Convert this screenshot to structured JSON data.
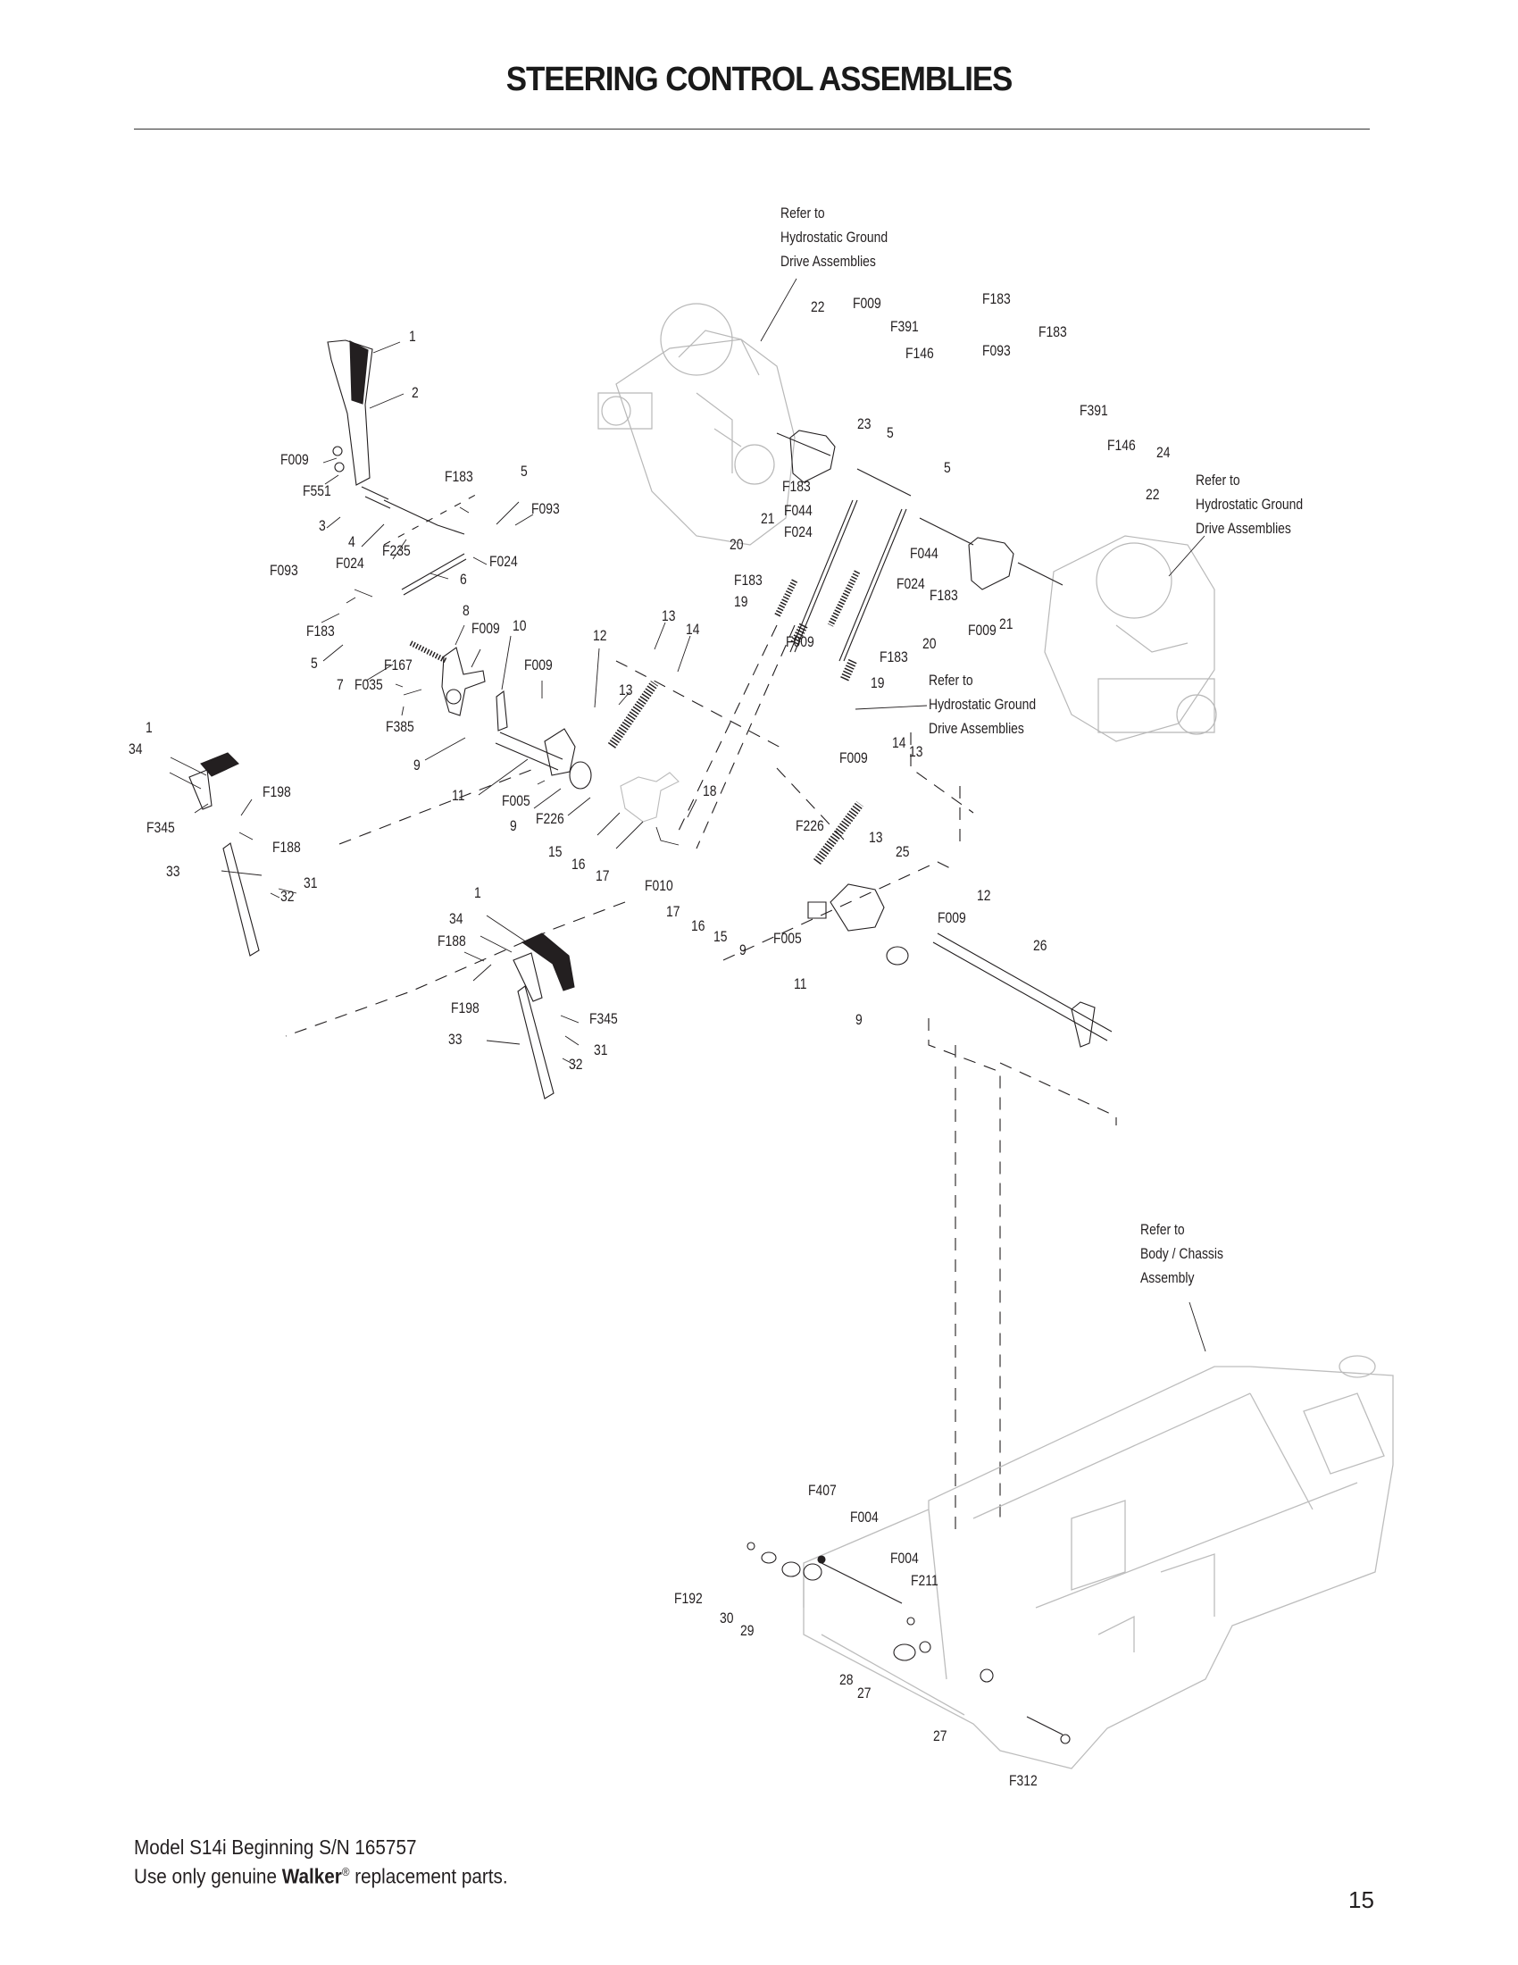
{
  "page": {
    "title": "STEERING CONTROL ASSEMBLIES",
    "page_number": "15"
  },
  "footer": {
    "model_line": "Model S14i Beginning S/N 165757",
    "parts_prefix": "Use only genuine ",
    "brand": "Walker",
    "registered_mark": "®",
    "parts_suffix": " replacement parts."
  },
  "references": {
    "hydro_top": [
      "Refer to",
      "Hydrostatic Ground",
      "Drive Assemblies"
    ],
    "hydro_right": [
      "Refer to",
      "Hydrostatic Ground",
      "Drive Assemblies"
    ],
    "hydro_middle": [
      "Refer to",
      "Hydrostatic Ground",
      "Drive Assemblies"
    ],
    "chassis": [
      "Refer to",
      "Body / Chassis",
      "Assembly"
    ]
  },
  "callouts": [
    {
      "id": "c1",
      "text": "1"
    },
    {
      "id": "c2",
      "text": "2"
    },
    {
      "id": "c3",
      "text": "F009"
    },
    {
      "id": "c4",
      "text": "F551"
    },
    {
      "id": "c5",
      "text": "3"
    },
    {
      "id": "c6",
      "text": "4"
    },
    {
      "id": "c7",
      "text": "F235"
    },
    {
      "id": "c8",
      "text": "F183"
    },
    {
      "id": "c9",
      "text": "5"
    },
    {
      "id": "c10",
      "text": "F093"
    },
    {
      "id": "c11",
      "text": "F024"
    },
    {
      "id": "c12",
      "text": "6"
    },
    {
      "id": "c13",
      "text": "F093"
    },
    {
      "id": "c14",
      "text": "F024"
    },
    {
      "id": "c15",
      "text": "F183"
    },
    {
      "id": "c16",
      "text": "5"
    },
    {
      "id": "c17",
      "text": "8"
    },
    {
      "id": "c18",
      "text": "F009"
    },
    {
      "id": "c19",
      "text": "10"
    },
    {
      "id": "c20",
      "text": "7"
    },
    {
      "id": "c21",
      "text": "F035"
    },
    {
      "id": "c22",
      "text": "F167"
    },
    {
      "id": "c23",
      "text": "F385"
    },
    {
      "id": "c24",
      "text": "F009"
    },
    {
      "id": "c25",
      "text": "12"
    },
    {
      "id": "c26",
      "text": "13"
    },
    {
      "id": "c27",
      "text": "14"
    },
    {
      "id": "c28",
      "text": "13"
    },
    {
      "id": "c29",
      "text": "9"
    },
    {
      "id": "c30",
      "text": "11"
    },
    {
      "id": "c31",
      "text": "F005"
    },
    {
      "id": "c32",
      "text": "9"
    },
    {
      "id": "c33",
      "text": "F226"
    },
    {
      "id": "c34",
      "text": "15"
    },
    {
      "id": "c35",
      "text": "16"
    },
    {
      "id": "c36",
      "text": "17"
    },
    {
      "id": "c37",
      "text": "18"
    },
    {
      "id": "c38",
      "text": "F010"
    },
    {
      "id": "c39",
      "text": "1"
    },
    {
      "id": "c40",
      "text": "34"
    },
    {
      "id": "c41",
      "text": "F345"
    },
    {
      "id": "c42",
      "text": "F198"
    },
    {
      "id": "c43",
      "text": "F188"
    },
    {
      "id": "c44",
      "text": "33"
    },
    {
      "id": "c45",
      "text": "31"
    },
    {
      "id": "c46",
      "text": "32"
    },
    {
      "id": "c47",
      "text": "1"
    },
    {
      "id": "c48",
      "text": "34"
    },
    {
      "id": "c49",
      "text": "F188"
    },
    {
      "id": "c50",
      "text": "F198"
    },
    {
      "id": "c51",
      "text": "F345"
    },
    {
      "id": "c52",
      "text": "33"
    },
    {
      "id": "c53",
      "text": "31"
    },
    {
      "id": "c54",
      "text": "32"
    },
    {
      "id": "c55",
      "text": "22"
    },
    {
      "id": "c56",
      "text": "F009"
    },
    {
      "id": "c57",
      "text": "F391"
    },
    {
      "id": "c58",
      "text": "F146"
    },
    {
      "id": "c59",
      "text": "F183"
    },
    {
      "id": "c60",
      "text": "F093"
    },
    {
      "id": "c61",
      "text": "F183"
    },
    {
      "id": "c62",
      "text": "23"
    },
    {
      "id": "c63",
      "text": "5"
    },
    {
      "id": "c64",
      "text": "5"
    },
    {
      "id": "c65",
      "text": "F183"
    },
    {
      "id": "c66",
      "text": "21"
    },
    {
      "id": "c67",
      "text": "F044"
    },
    {
      "id": "c68",
      "text": "F024"
    },
    {
      "id": "c69",
      "text": "20"
    },
    {
      "id": "c70",
      "text": "F183"
    },
    {
      "id": "c71",
      "text": "19"
    },
    {
      "id": "c72",
      "text": "F009"
    },
    {
      "id": "c73",
      "text": "F183"
    },
    {
      "id": "c74",
      "text": "19"
    },
    {
      "id": "c75",
      "text": "20"
    },
    {
      "id": "c76",
      "text": "F024"
    },
    {
      "id": "c77",
      "text": "F044"
    },
    {
      "id": "c78",
      "text": "F183"
    },
    {
      "id": "c79",
      "text": "F009"
    },
    {
      "id": "c80",
      "text": "21"
    },
    {
      "id": "c81",
      "text": "F391"
    },
    {
      "id": "c82",
      "text": "F146"
    },
    {
      "id": "c83",
      "text": "24"
    },
    {
      "id": "c84",
      "text": "22"
    },
    {
      "id": "c85",
      "text": "F009"
    },
    {
      "id": "c86",
      "text": "14"
    },
    {
      "id": "c87",
      "text": "13"
    },
    {
      "id": "c88",
      "text": "F226"
    },
    {
      "id": "c89",
      "text": "13"
    },
    {
      "id": "c90",
      "text": "25"
    },
    {
      "id": "c91",
      "text": "12"
    },
    {
      "id": "c92",
      "text": "F009"
    },
    {
      "id": "c93",
      "text": "17"
    },
    {
      "id": "c94",
      "text": "16"
    },
    {
      "id": "c95",
      "text": "15"
    },
    {
      "id": "c96",
      "text": "9"
    },
    {
      "id": "c97",
      "text": "F005"
    },
    {
      "id": "c98",
      "text": "11"
    },
    {
      "id": "c99",
      "text": "9"
    },
    {
      "id": "c100",
      "text": "26"
    },
    {
      "id": "c101",
      "text": "F407"
    },
    {
      "id": "c102",
      "text": "F004"
    },
    {
      "id": "c103",
      "text": "F192"
    },
    {
      "id": "c104",
      "text": "30"
    },
    {
      "id": "c105",
      "text": "29"
    },
    {
      "id": "c106",
      "text": "F004"
    },
    {
      "id": "c107",
      "text": "F211"
    },
    {
      "id": "c108",
      "text": "28"
    },
    {
      "id": "c109",
      "text": "27"
    },
    {
      "id": "c110",
      "text": "27"
    },
    {
      "id": "c111",
      "text": "F312"
    }
  ]
}
